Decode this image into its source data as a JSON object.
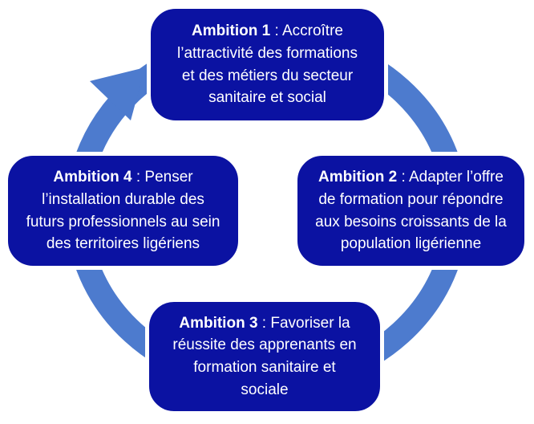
{
  "diagram": {
    "type": "cycle",
    "background_color": "#ffffff",
    "box_color": "#0b12a2",
    "box_border_color": "#ffffff",
    "box_text_color": "#ffffff",
    "arrow_color": "#4d7bce",
    "boxes": [
      {
        "id": "ambition-1",
        "position": "top",
        "title": "Ambition 1",
        "text": " : Accroître\nl’attractivité des formations\net des métiers du secteur\nsanitaire et social"
      },
      {
        "id": "ambition-2",
        "position": "right",
        "title": "Ambition 2",
        "text": " : Adapter l’offre\nde formation pour répondre\naux besoins croissants de la\npopulation ligérienne"
      },
      {
        "id": "ambition-3",
        "position": "bottom",
        "title": "Ambition 3",
        "text": " : Favoriser la\nréussite des apprenants en\nformation sanitaire et\nsociale"
      },
      {
        "id": "ambition-4",
        "position": "left",
        "title": "Ambition 4",
        "text": " : Penser\nl’installation durable des\nfuturs professionnels au sein\ndes territoires ligériens"
      }
    ]
  }
}
